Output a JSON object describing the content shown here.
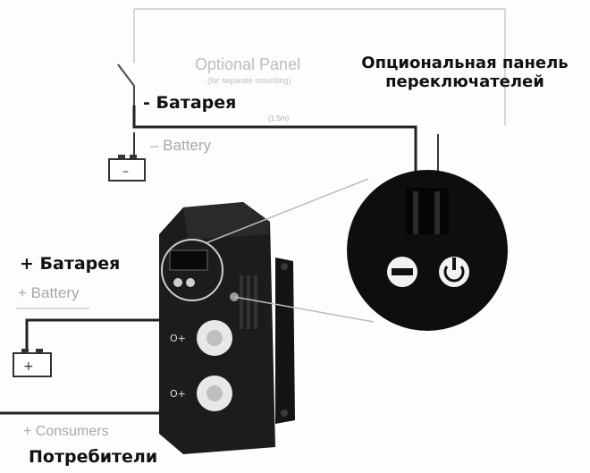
{
  "labels": {
    "optional_panel": [
      "Опциональная панель",
      "переключателей"
    ],
    "minus_battery": "- Батарея",
    "plus_battery": "+ Батарея",
    "consumers": "Потребители"
  },
  "figure_text": {
    "optional_panel_en": "Optional Panel",
    "optional_panel_en_sub": "(for separate mounting)",
    "cable_label": "(1.5m)",
    "minus_battery_en": "– Battery",
    "plus_battery_en": "+ Battery",
    "consumers_en": "+ Consumers"
  },
  "colors": {
    "device_body": "#1b1b1b",
    "wire": "#2a2a2a",
    "faint_wire": "#d0d0d0",
    "zoom_circle": "#0e0e0e",
    "button_face": "#f2f2f2"
  },
  "icons": {
    "minus_button": "minus-icon",
    "power_button": "power-icon",
    "battery_symbol": "battery-icon"
  }
}
